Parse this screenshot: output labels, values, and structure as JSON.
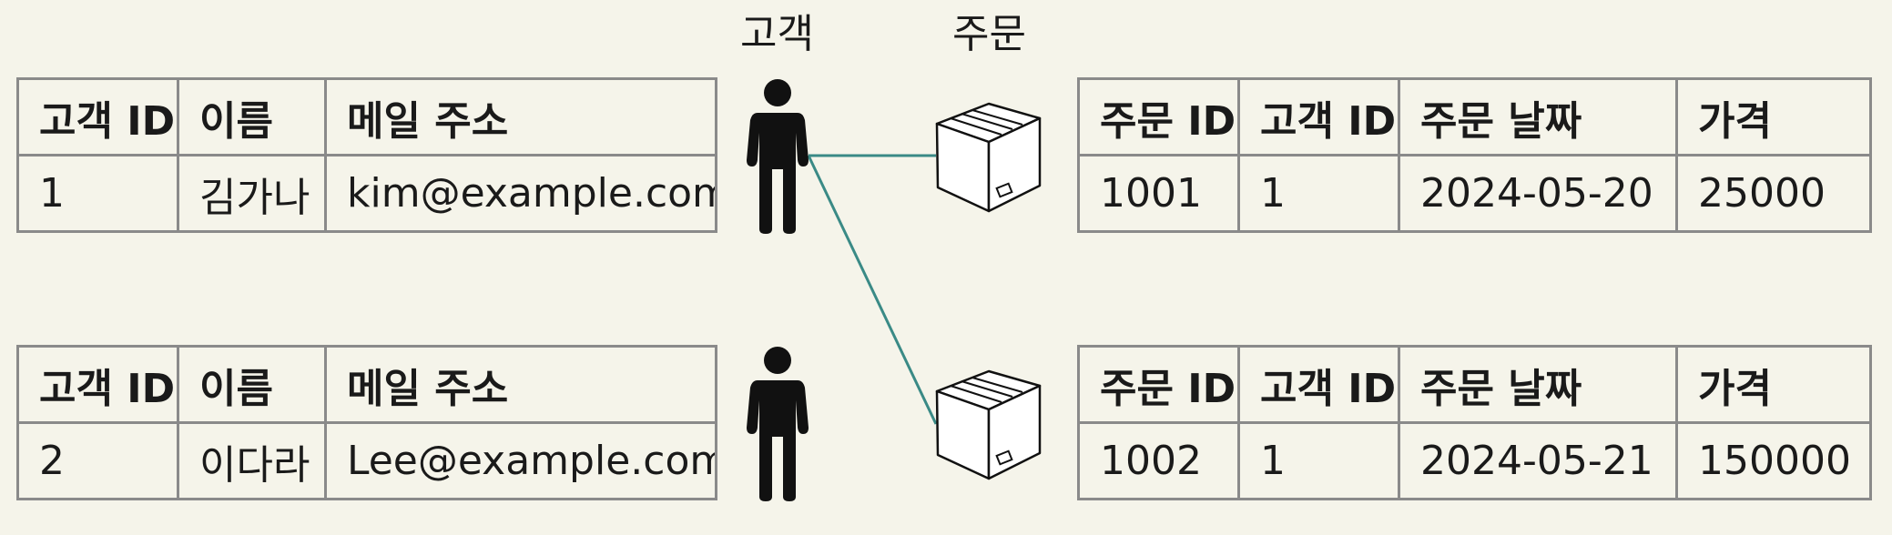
{
  "labels": {
    "customer": "고객",
    "order": "주문"
  },
  "customer_headers": [
    "고객 ID",
    "이름",
    "메일 주소"
  ],
  "order_headers": [
    "주문 ID",
    "고객 ID",
    "주문 날짜",
    "가격"
  ],
  "customers": [
    [
      "1",
      "김가나",
      "kim@example.com"
    ],
    [
      "2",
      "이다라",
      "Lee@example.com"
    ]
  ],
  "orders": [
    [
      "1001",
      "1",
      "2024-05-20",
      "25000"
    ],
    [
      "1002",
      "1",
      "2024-05-21",
      "150000"
    ]
  ],
  "icons": {
    "customer": "person-icon",
    "order": "package-box-icon"
  },
  "colors": {
    "link_line": "#3a8a86",
    "table_border": "#8a8a8a",
    "background": "#f5f4ea"
  }
}
